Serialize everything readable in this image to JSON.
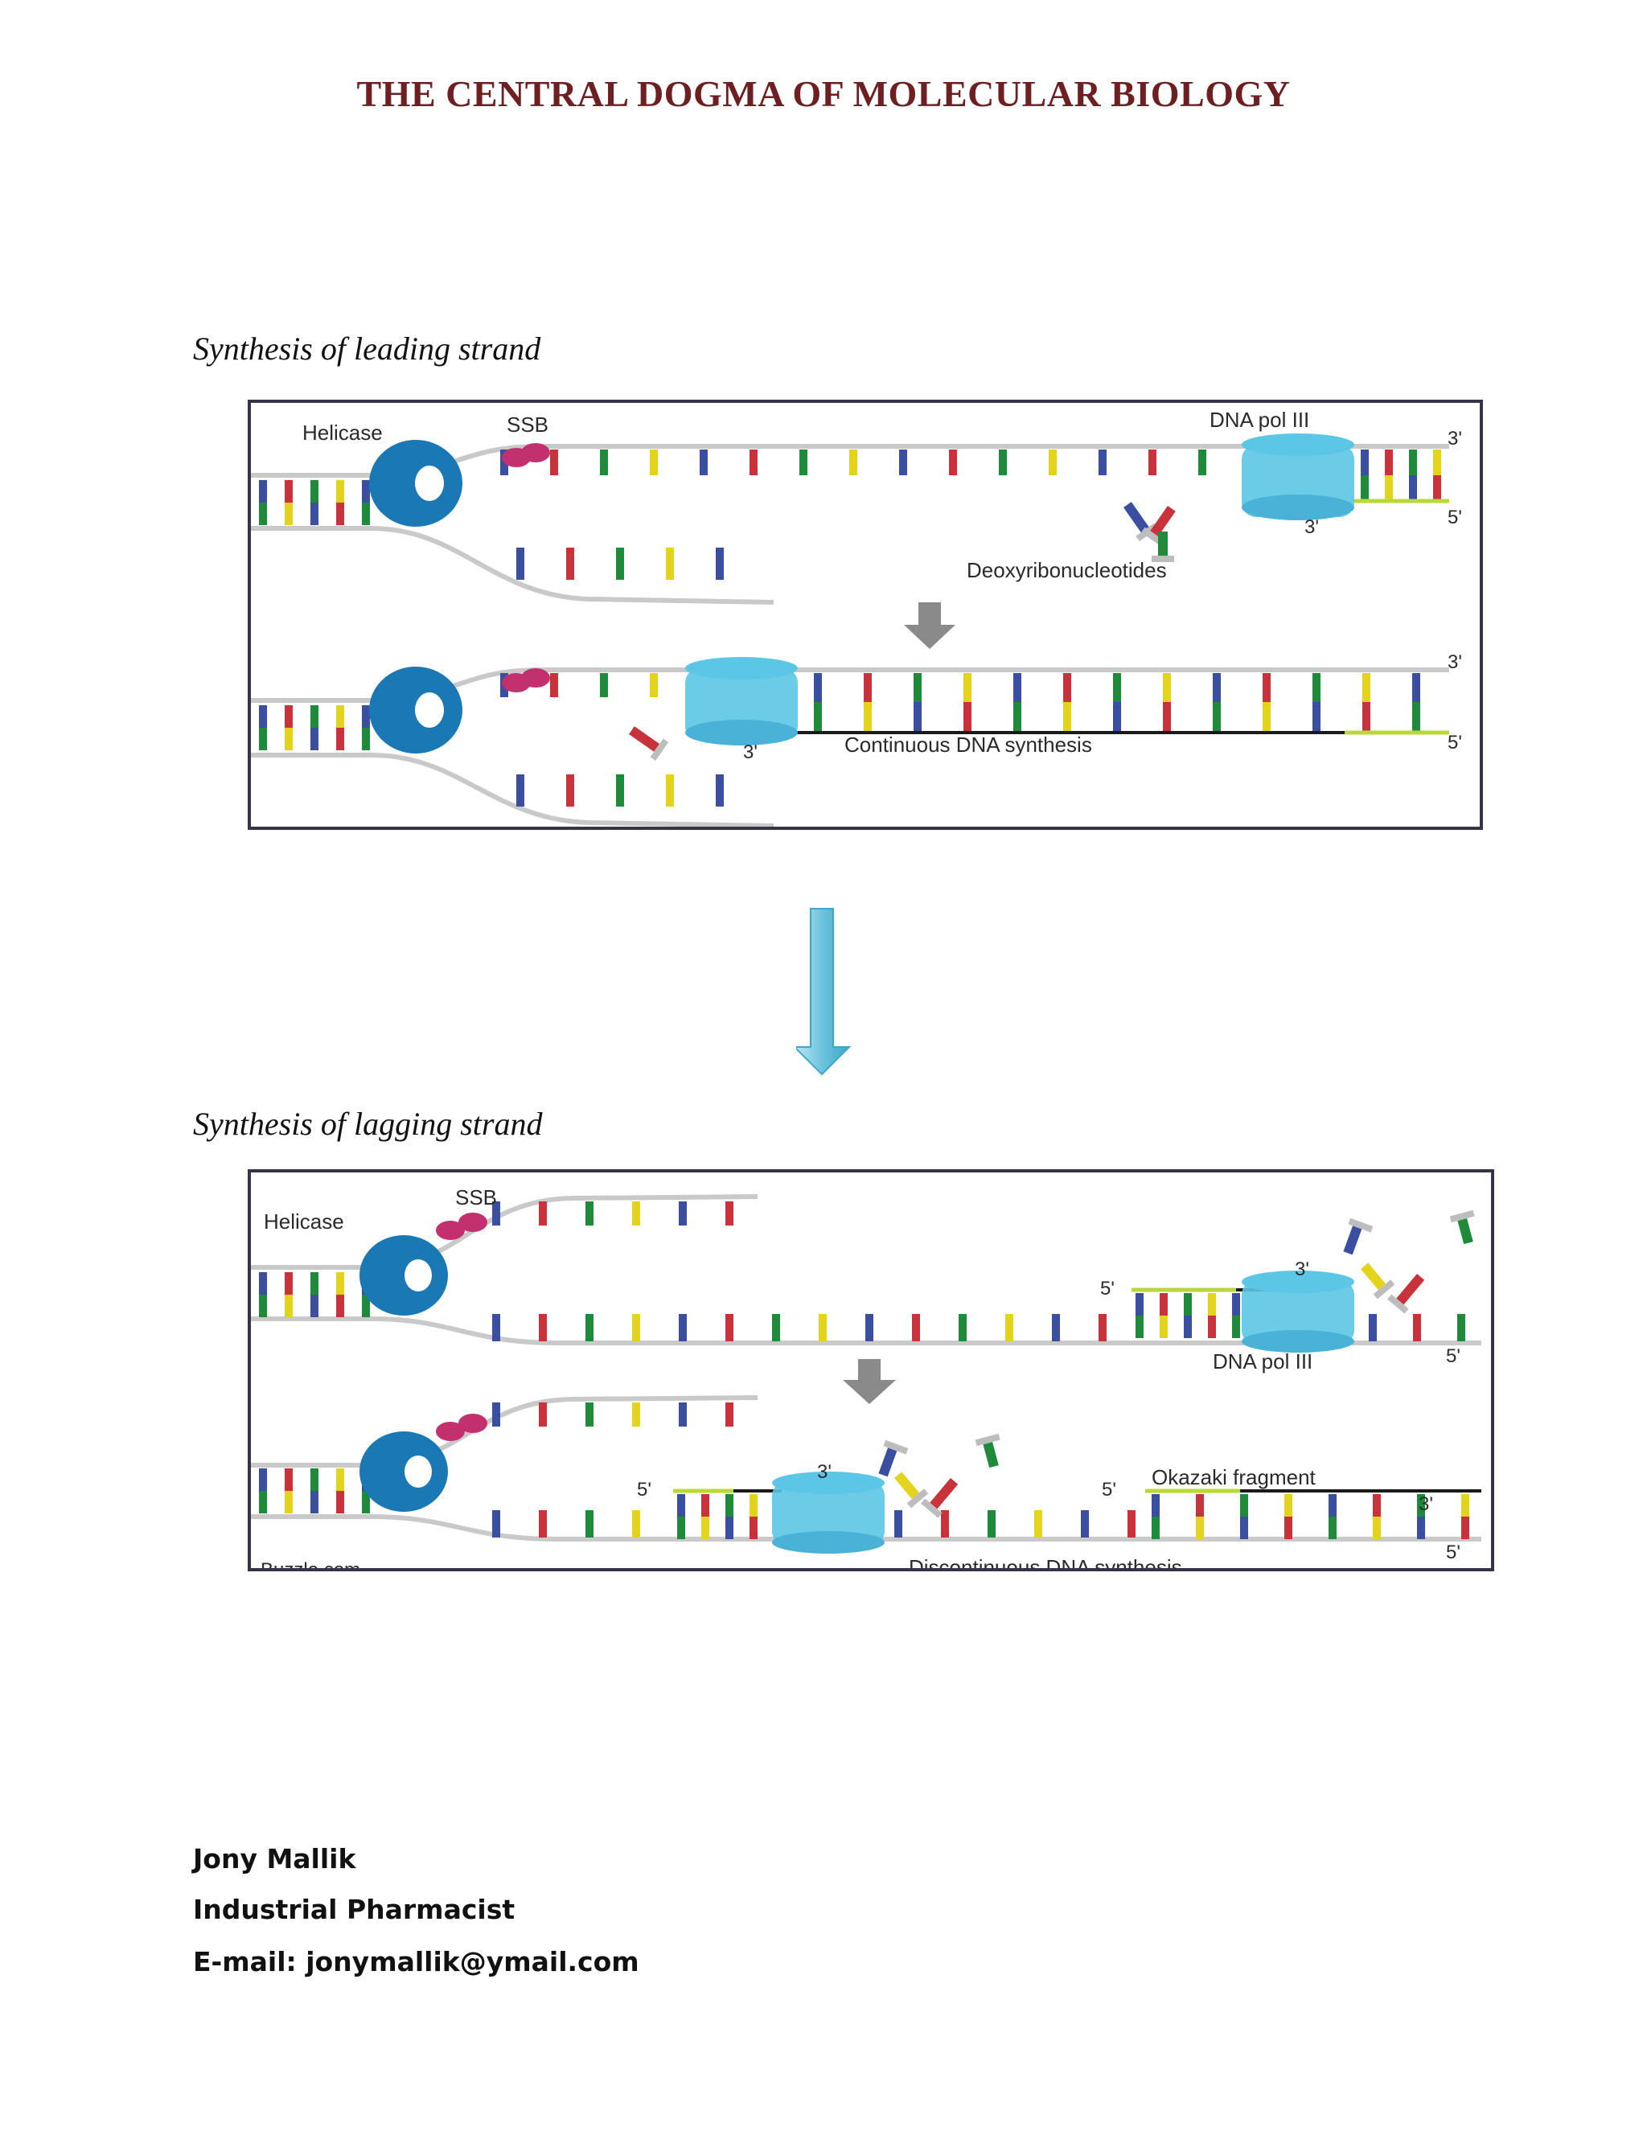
{
  "title": "THE CENTRAL DOGMA OF MOLECULAR BIOLOGY",
  "leading": {
    "caption": "Synthesis of leading strand",
    "labels": {
      "helicase": "Helicase",
      "ssb": "SSB",
      "dna_pol": "DNA pol III",
      "three_prime": "3'",
      "five_prime": "5'",
      "nucleotides": "Deoxyribonucleotides",
      "continuous": "Continuous DNA synthesis"
    }
  },
  "lagging": {
    "caption": "Synthesis of lagging strand",
    "labels": {
      "helicase": "Helicase",
      "ssb": "SSB",
      "dna_pol": "DNA pol III",
      "three_prime": "3'",
      "five_prime": "5'",
      "okazaki": "Okazaki fragment",
      "discontinuous": "Discontinuous DNA synthesis",
      "watermark": "Buzzle.com"
    }
  },
  "author": {
    "name": "Jony Mallik",
    "role": "Industrial Pharmacist",
    "email": "E-mail: jonymallik@ymail.com"
  },
  "colors": {
    "title": "#6e1f22",
    "helicase": "#1a78b4",
    "ssb": "#c2306e",
    "polymerase": "#5cc6e6",
    "new_strand": "#b9d83a",
    "base_blue": "#3b4fa0",
    "base_red": "#c8323a",
    "base_green": "#1f8a3a",
    "base_yellow": "#e4d31d",
    "flow_arrow": "#6cc4de"
  }
}
